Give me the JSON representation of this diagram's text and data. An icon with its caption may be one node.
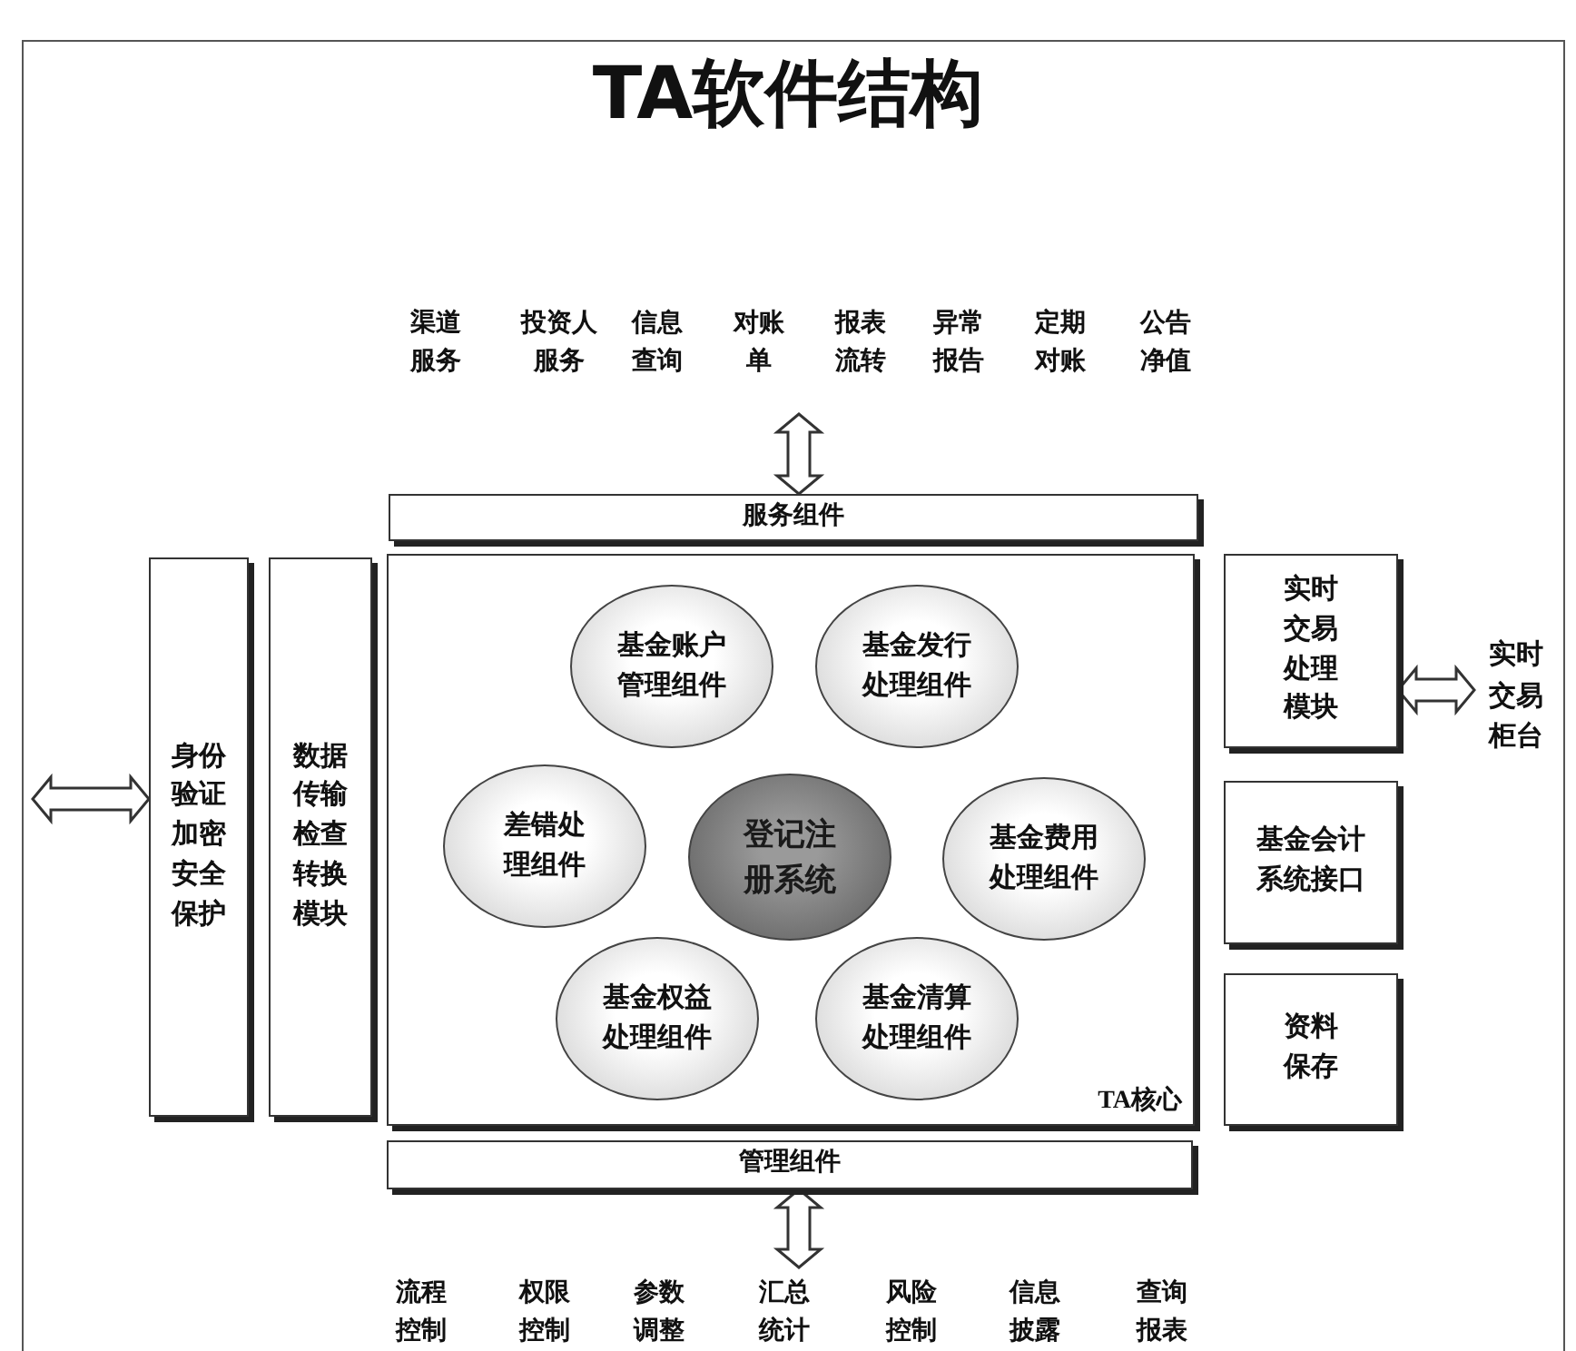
{
  "diagram": {
    "title": "TA软件结构",
    "nodes": [
      {
        "text": [
          "服务组件"
        ]
      },
      {
        "text": [
          "身份验证加密安全保护"
        ]
      },
      {
        "text": [
          "数据传输检查转换模块"
        ]
      },
      {
        "text": [
          "TA核心"
        ]
      },
      {
        "text": [
          "基金账户管理组件"
        ],
        "in": 3
      },
      {
        "text": [
          "基金发行处理组件"
        ],
        "in": 3
      },
      {
        "text": [
          "差错处理组件"
        ],
        "in": 3
      },
      {
        "text": [
          "登记注册系统"
        ],
        "in": 3
      },
      {
        "text": [
          "基金费用处理组件"
        ],
        "in": 3
      },
      {
        "text": [
          "基金权益处理组件"
        ],
        "in": 3
      },
      {
        "text": [
          "基金清算处理组件"
        ],
        "in": 3
      },
      {
        "text": [
          "实时交易处理模块"
        ]
      },
      {
        "text": [
          "实时交易柜台"
        ]
      },
      {
        "text": [
          "基金会计系统接口"
        ]
      },
      {
        "text": [
          "资料保存"
        ]
      },
      {
        "text": [
          "管理组件"
        ]
      }
    ],
    "edges": [
      {
        "from": null,
        "to": 0,
        "arrow": "both"
      },
      {
        "from": null,
        "to": 1,
        "arrow": "both"
      },
      {
        "from": 11,
        "to": 12,
        "arrow": "both"
      },
      {
        "from": 15,
        "to": null,
        "arrow": "both"
      }
    ],
    "labels": [
      "渠道服务",
      "投资人服务",
      "信息查询",
      "对账单",
      "报表流转",
      "异常报告",
      "定期对账",
      "公告净值",
      "流程控制",
      "权限控制",
      "参数调整",
      "汇总统计",
      "风险控制",
      "信息披露",
      "查询报表"
    ]
  }
}
